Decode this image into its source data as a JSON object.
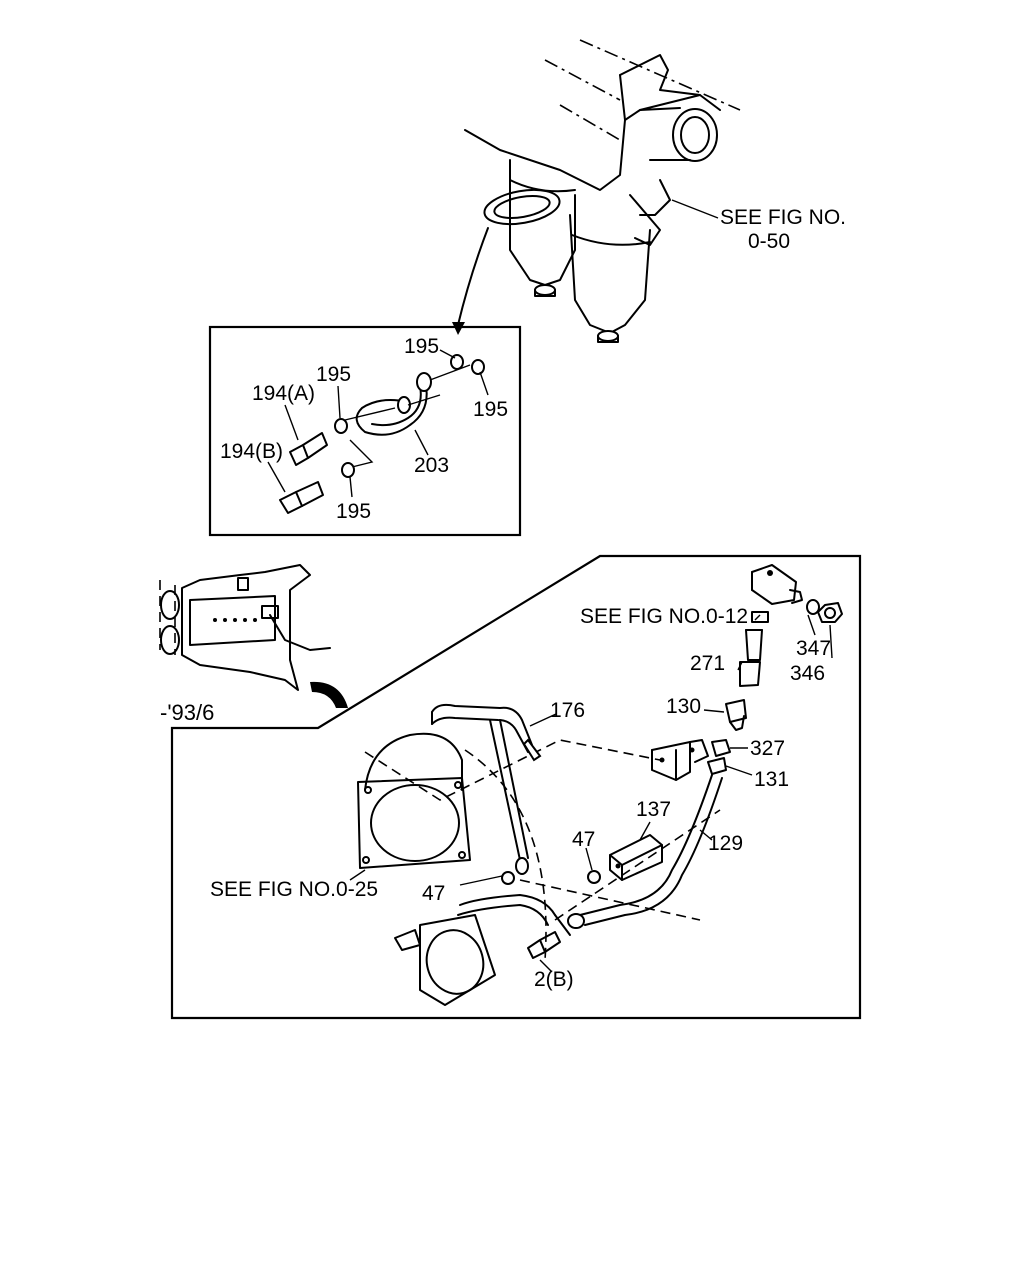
{
  "top_view": {
    "see_fig_line1": "SEE FIG NO.",
    "see_fig_line2": "0-50"
  },
  "detail_box": {
    "labels": {
      "l195_top": "195",
      "l195_left": "195",
      "l195_right": "195",
      "l195_bottom": "195",
      "l194a": "194(A)",
      "l194b": "194(B)",
      "l203": "203"
    }
  },
  "lower_view": {
    "date_note": "-'93/6",
    "labels": {
      "see_fig_012": "SEE FIG NO.0-12",
      "l347": "347",
      "l346": "346",
      "l271": "271",
      "l130": "130",
      "l327": "327",
      "l131": "131",
      "l176": "176",
      "l137": "137",
      "l129": "129",
      "l47_upper": "47",
      "l47_lower": "47",
      "see_fig_025": "SEE FIG NO.0-25",
      "l2b": "2(B)"
    }
  }
}
